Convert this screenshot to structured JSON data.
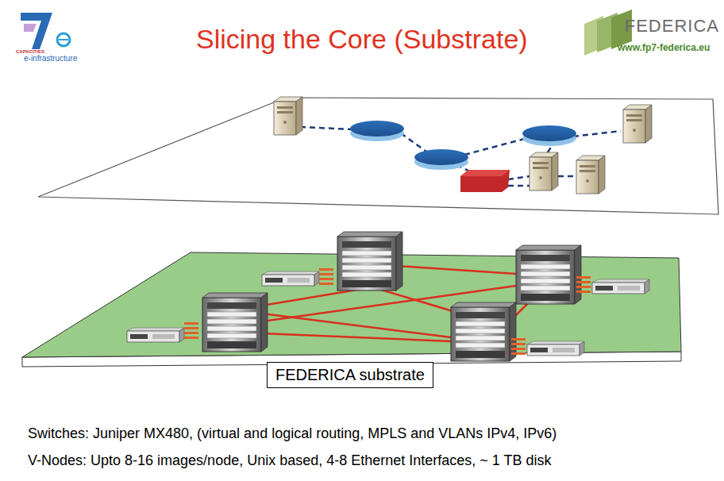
{
  "diagram": {
    "title": "Slicing the Core (Substrate)",
    "nodes": [
      {
        "text": [
          "FEDERICA substrate"
        ]
      }
    ],
    "labels": [
      "CAPACITIES",
      "e-infrastructure",
      "FEDERICA",
      "www.fp7-federica.eu",
      "Switches: Juniper MX480, (virtual and logical routing, MPLS and VLANs IPv4, IPv6)",
      "V-Nodes: Upto 8-16 images/node, Unix based, 4-8 Ethernet Interfaces, ~ 1 TB disk"
    ]
  }
}
